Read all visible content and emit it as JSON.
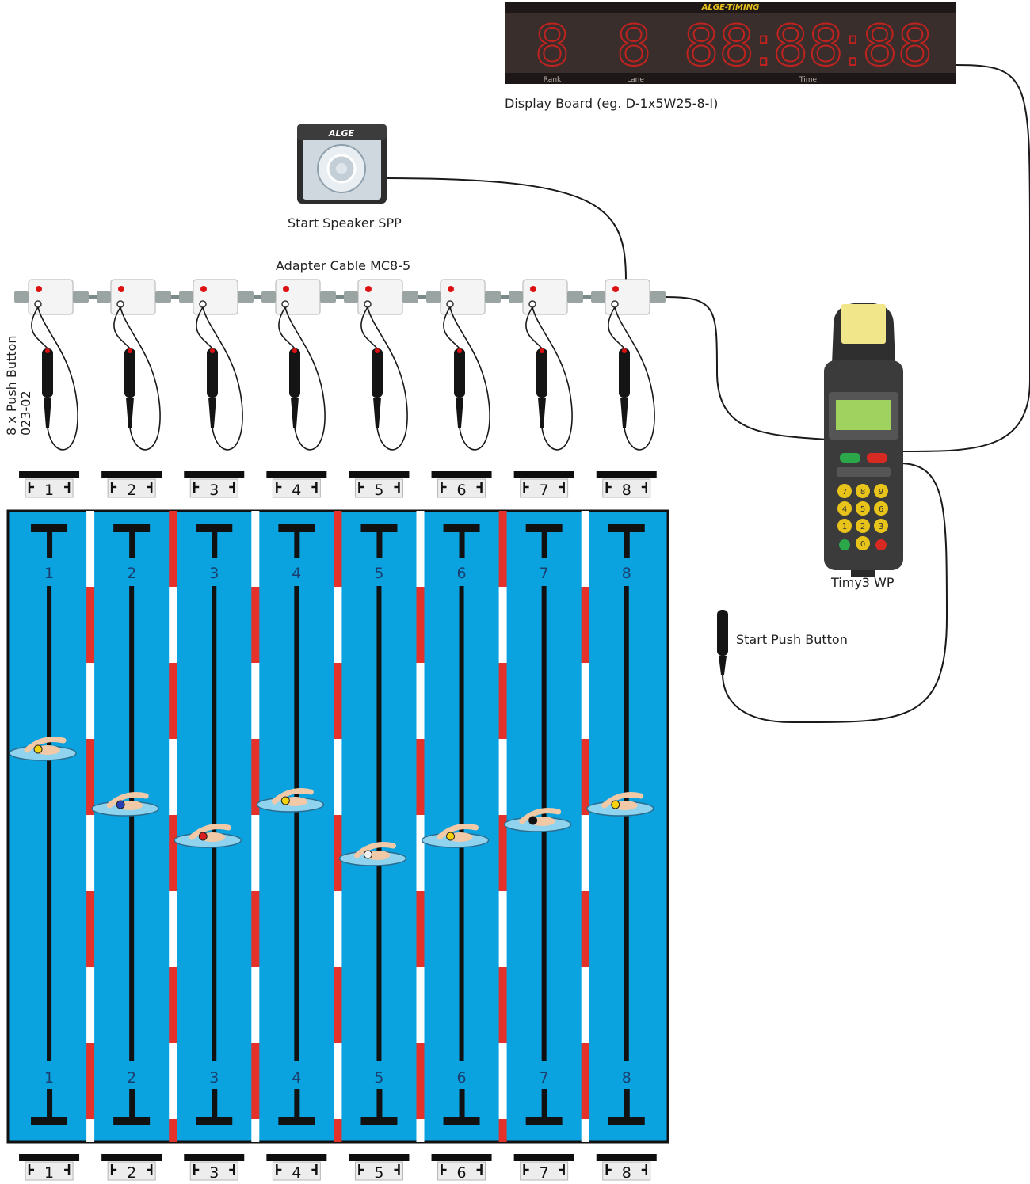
{
  "display_board": {
    "brand": "ALGE-TIMING",
    "digits": [
      "8",
      "8",
      "88:88:88"
    ],
    "captions": [
      "Rank",
      "Lane",
      "Time"
    ],
    "label": "Display Board (eg. D-1x5W25-8-I)"
  },
  "start_speaker": {
    "brand": "ALGE",
    "label": "Start Speaker SPP"
  },
  "adapter_cable": {
    "label": "Adapter Cable MC8-5"
  },
  "push_buttons": {
    "label_line1": "8 x Push Button",
    "label_line2": "023-02"
  },
  "timer": {
    "label": "Timy3 WP",
    "keypad": [
      "7",
      "8",
      "9",
      "4",
      "5",
      "6",
      "1",
      "2",
      "3",
      "0"
    ]
  },
  "start_push_button": {
    "label": "Start Push Button"
  },
  "pool": {
    "lanes": [
      "1",
      "2",
      "3",
      "4",
      "5",
      "6",
      "7",
      "8"
    ],
    "block_numbers_top": [
      "1",
      "2",
      "3",
      "4",
      "5",
      "6",
      "7",
      "8"
    ],
    "block_numbers_bottom": [
      "1",
      "2",
      "3",
      "4",
      "5",
      "6",
      "7",
      "8"
    ],
    "water_color": "#0aa3e0",
    "rope_colors": [
      "#e4322b",
      "#ffffff"
    ]
  },
  "swimmers": [
    {
      "lane": "1",
      "cap_color": "#f5d20c"
    },
    {
      "lane": "2",
      "cap_color": "#2a3fb0"
    },
    {
      "lane": "3",
      "cap_color": "#d81e1e"
    },
    {
      "lane": "4",
      "cap_color": "#f5d20c"
    },
    {
      "lane": "5",
      "cap_color": "#f0f0f0"
    },
    {
      "lane": "6",
      "cap_color": "#f5d20c"
    },
    {
      "lane": "7",
      "cap_color": "#111111"
    },
    {
      "lane": "8",
      "cap_color": "#f5d20c"
    }
  ]
}
